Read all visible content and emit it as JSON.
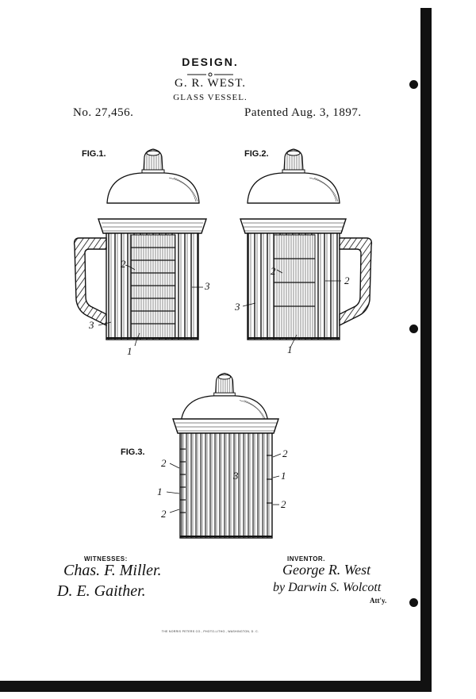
{
  "header": {
    "design": "DESIGN.",
    "inventor": "G. R. WEST.",
    "subject": "GLASS VESSEL.",
    "patent_number": "No. 27,456.",
    "patent_date": "Patented Aug. 3, 1897."
  },
  "figures": {
    "fig1": {
      "label": "FIG.1.",
      "ref_labels": [
        "2",
        "3",
        "3",
        "1"
      ]
    },
    "fig2": {
      "label": "FIG.2.",
      "ref_labels": [
        "2",
        "2",
        "3",
        "1"
      ]
    },
    "fig3": {
      "label": "FIG.3.",
      "ref_labels": [
        "2",
        "1",
        "2",
        "3",
        "2",
        "1",
        "2"
      ]
    }
  },
  "witnesses": {
    "heading": "WITNESSES:",
    "sig1": "Chas. F. Miller.",
    "sig2": "D. E. Gaither."
  },
  "inventor_block": {
    "heading": "INVENTOR.",
    "signature": "George R. West",
    "attorney_by": "by Darwin S. Wolcott",
    "atty_suffix": "Att'y."
  },
  "printer_line": "THE NORRIS PETERS CO., PHOTO-LITHO., WASHINGTON, D. C."
}
